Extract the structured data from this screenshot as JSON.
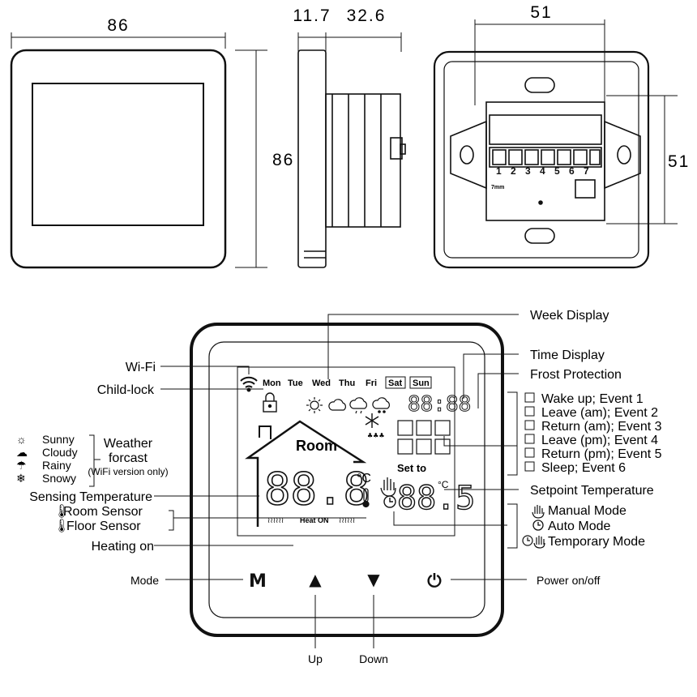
{
  "dimensions": {
    "front_width": "86",
    "front_height": "86",
    "side_depth_a": "11.7",
    "side_depth_b": "32.6",
    "back_width": "51",
    "back_height": "51"
  },
  "terminals": [
    "1",
    "2",
    "3",
    "4",
    "5",
    "6",
    "7"
  ],
  "terminal_note": "7mm",
  "lcd": {
    "days": [
      "Mon",
      "Tue",
      "Wed",
      "Thu",
      "Fri",
      "Sat",
      "Sun"
    ],
    "room_label": "Room",
    "set_to_label": "Set to",
    "heat_on_label": "Heat ON",
    "time_digits": "88:88",
    "sensing_digits": "88.8",
    "setpoint_digits": "88.5",
    "unit": "°C"
  },
  "callouts": {
    "week_display": "Week Display",
    "time_display": "Time Display",
    "frost_protection": "Frost Protection",
    "wifi": "Wi-Fi",
    "child_lock": "Child-lock",
    "weather_forecast_line1": "Weather",
    "weather_forecast_line2": "forcast",
    "weather_note": "(WiFi version only)",
    "sensing_temperature": "Sensing Temperature",
    "room_sensor": "Room Sensor",
    "floor_sensor": "Floor Sensor",
    "heating_on": "Heating on",
    "setpoint_temperature": "Setpoint Temperature",
    "mode": "Mode",
    "power": "Power on/off",
    "up": "Up",
    "down": "Down"
  },
  "weather_types": [
    "Sunny",
    "Cloudy",
    "Rainy",
    "Snowy"
  ],
  "events": [
    "Wake up; Event 1",
    "Leave (am); Event 2",
    "Return (am); Event 3",
    "Leave (pm); Event 4",
    "Return (pm); Event 5",
    "Sleep; Event 6"
  ],
  "modes": [
    "Manual Mode",
    "Auto Mode",
    "Temporary Mode"
  ],
  "buttons": {
    "mode_glyph": "M",
    "up_glyph": "▲",
    "down_glyph": "▼",
    "power_glyph": "⏻"
  }
}
